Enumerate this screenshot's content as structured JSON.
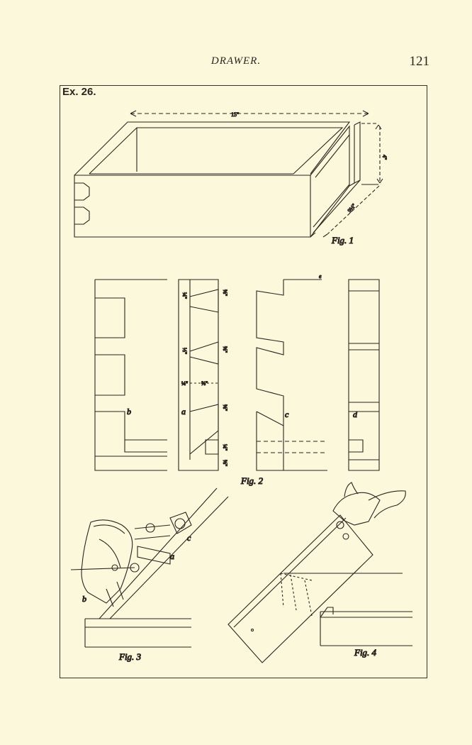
{
  "header": {
    "title": "DRAWER.",
    "page_number": "121"
  },
  "plate": {
    "exercise": "Ex. 26.",
    "figures": {
      "fig1": {
        "caption": "Fig. 1",
        "dimensions": {
          "length": "15\"",
          "height": "4\"",
          "depth": "9½\""
        }
      },
      "fig2": {
        "caption": "Fig. 2",
        "dimensions": [
          "¼\"",
          "⅜\"",
          "½\"",
          "⅜\"",
          "¼\"",
          "⅝\"",
          "⅜\"",
          "¼\"",
          "⅜\""
        ],
        "letters": {
          "a": "a",
          "b": "b",
          "c": "c",
          "d": "d",
          "e": "e"
        }
      },
      "fig3": {
        "caption": "Fig. 3",
        "letters": {
          "a": "a",
          "b": "b",
          "c": "c"
        }
      },
      "fig4": {
        "caption": "Fig. 4"
      }
    }
  }
}
